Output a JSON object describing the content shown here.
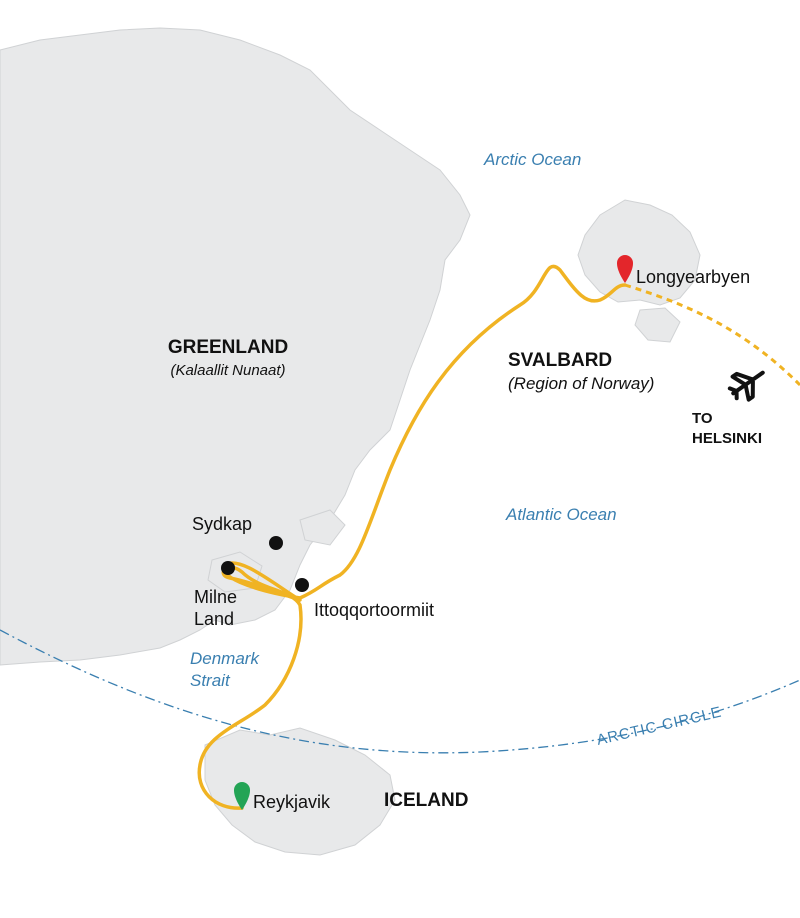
{
  "regions": {
    "greenland": {
      "name": "GREENLAND",
      "subtitle": "(Kalaallit Nunaat)"
    },
    "svalbard": {
      "name": "SVALBARD",
      "subtitle": "(Region of Norway)"
    },
    "iceland": {
      "name": "ICELAND"
    }
  },
  "oceans": {
    "arctic": "Arctic Ocean",
    "atlantic": "Atlantic Ocean",
    "denmark_strait_line1": "Denmark",
    "denmark_strait_line2": "Strait"
  },
  "places": {
    "longyearbyen": "Longyearbyen",
    "reykjavik": "Reykjavik",
    "sydkap": "Sydkap",
    "milne_land_line1": "Milne",
    "milne_land_line2": "Land",
    "ittoqqortoormiit": "Ittoqqortoormiit"
  },
  "flight": {
    "line1": "TO",
    "line2": "HELSINKI"
  },
  "arctic_circle": "ARCTIC CIRCLE",
  "colors": {
    "route": "#f0b323",
    "start_marker": "#23a455",
    "end_marker": "#e3262b",
    "land": "#e8e9ea",
    "water_text": "#3a7fb0",
    "stop_dot": "#111111"
  },
  "icons": {
    "flight": "airplane-icon",
    "start": "map-pin-icon",
    "end": "map-pin-icon"
  }
}
